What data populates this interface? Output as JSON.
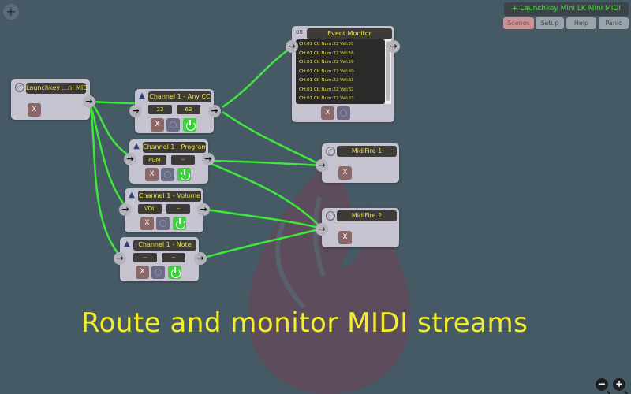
{
  "toolbar": {
    "add_label": "+",
    "device_label": "+ Launchkey Mini LK Mini MIDI",
    "buttons": [
      {
        "label": "Scenes",
        "active": true
      },
      {
        "label": "Setup",
        "active": false
      },
      {
        "label": "Help",
        "active": false
      },
      {
        "label": "Panic",
        "active": false
      }
    ]
  },
  "nodes": {
    "input": {
      "title": "Launchkey ...ni MIDI",
      "delete_label": "X"
    },
    "filters": [
      {
        "title": "Channel 1 - Any CC",
        "value1": "22",
        "value2": "63",
        "delete_label": "X"
      },
      {
        "title": "Channel 1 - Program",
        "value1": "PGM",
        "value2": "--",
        "delete_label": "X"
      },
      {
        "title": "Channel  1 - Volume",
        "value1": "VOL",
        "value2": "--",
        "delete_label": "X"
      },
      {
        "title": "Channel 1 - Note",
        "value1": "--",
        "value2": "--",
        "delete_label": "X"
      }
    ],
    "monitor": {
      "title": "Event Monitor",
      "icon_label": "00",
      "delete_label": "X",
      "lines": [
        "CH:01 Ctl Num:22 Val:57",
        "CH:01 Ctl Num:22 Val:58",
        "CH:01 Ctl Num:22 Val:59",
        "CH:01 Ctl Num:22 Val:60",
        "CH:01 Ctl Num:22 Val:61",
        "CH:01 Ctl Num:22 Val:62",
        "CH:01 Ctl Num:22 Val:63"
      ]
    },
    "outputs": [
      {
        "title": "MidiFire 1",
        "delete_label": "X"
      },
      {
        "title": "MidiFire 2",
        "delete_label": "X"
      }
    ]
  },
  "port_glyph": "→",
  "caption": "Route and monitor MIDI streams",
  "zoom": {
    "out_label": "−",
    "in_label": "+"
  },
  "colors": {
    "wire": "#3ee83a",
    "caption": "#f2ee2c",
    "background": "#465a66"
  }
}
